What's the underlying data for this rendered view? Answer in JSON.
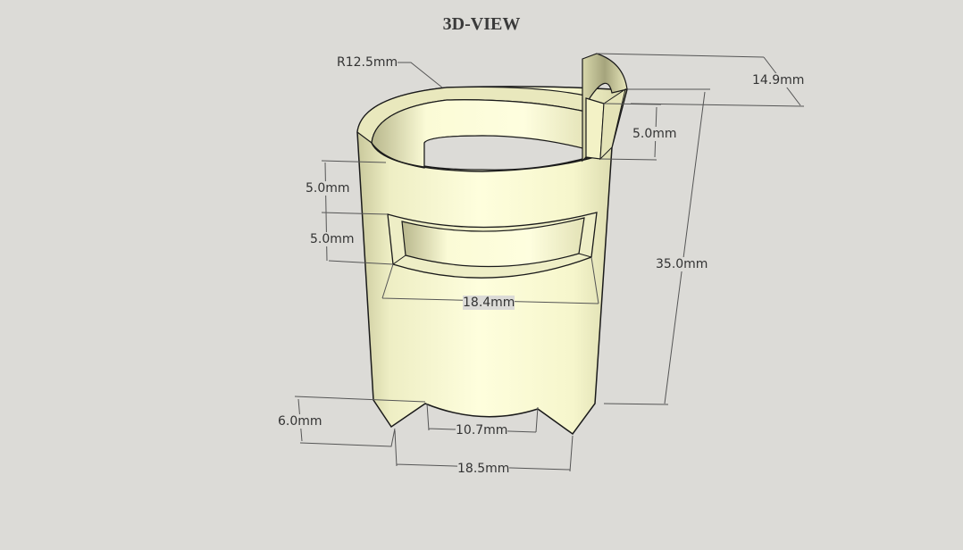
{
  "title": "3D-VIEW",
  "colors": {
    "background": "#dcdbd7",
    "body_light": "#fdfdd8",
    "body_mid": "#f1f0c4",
    "body_shade": "#c9c89c",
    "edge": "#1a1a1a",
    "dim_line": "#555555",
    "text": "#333333"
  },
  "dimensions": {
    "radius": "R12.5mm",
    "tab_width": "14.9mm",
    "slot_depth": "5.0mm",
    "height": "35.0mm",
    "window_top_offset": "5.0mm",
    "window_height": "5.0mm",
    "window_width": "18.4mm",
    "notch_depth": "6.0mm",
    "notch_width": "10.7mm",
    "bottom_span": "18.5mm"
  }
}
